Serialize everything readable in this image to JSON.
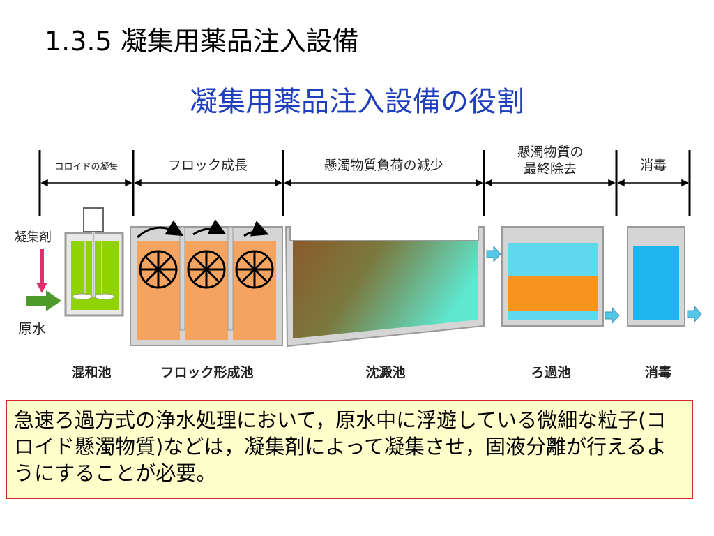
{
  "slide": {
    "heading": "1.3.5 凝集用薬品注入設備",
    "subtitle": "凝集用薬品注入設備の役割"
  },
  "stages": [
    "コロイドの凝集",
    "フロック成長",
    "懸濁物質負荷の減少",
    "懸濁物質の",
    "最終除去",
    "消毒"
  ],
  "inputs": {
    "coagulant": "凝集剤",
    "raw_water": "原水"
  },
  "units": [
    "混和池",
    "フロック形成池",
    "沈澱池",
    "ろ過池",
    "消毒"
  ],
  "colors": {
    "subtitle": "#1f3fbf",
    "mixing_liquid": "#8fd400",
    "floc_liquid": "#f4a460",
    "flow_arrow": "#55c8e8",
    "disinfect_water": "#1eb4f0",
    "note_background": "#ffffcc",
    "note_border": "#d62828"
  },
  "note": "急速ろ過方式の浄水処理において，原水中に浮遊している微細な粒子(コロイド懸濁物質)などは，凝集剤によって凝集させ，固液分離が行えるようにすることが必要。"
}
